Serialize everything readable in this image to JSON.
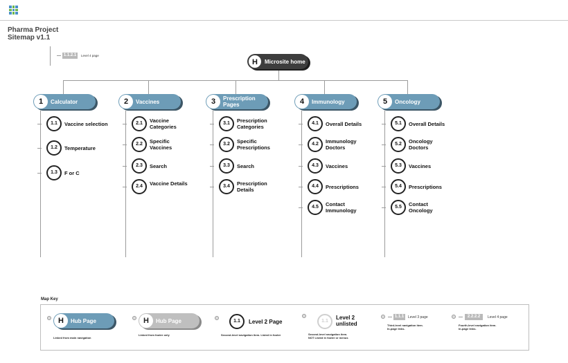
{
  "header": {
    "title_line1": "Pharma Project",
    "title_line2": "Sitemap v1.1",
    "logo_colors": [
      "#4a90c8",
      "#6bb84a",
      "#4a90c8",
      "#6bb84a",
      "#4a90c8",
      "#6bb84a",
      "#4a90c8",
      "#6bb84a",
      "#4a90c8"
    ]
  },
  "level4_legend": {
    "code": "1.1.2.1",
    "label": "Level 4 page"
  },
  "home": {
    "badge": "H",
    "label": "Microsite home"
  },
  "sections": [
    {
      "badge": "1",
      "label": "Calculator",
      "pages": [
        {
          "code": "1.1",
          "label": "Vaccine selection"
        },
        {
          "code": "1.2",
          "label": "Temperature"
        },
        {
          "code": "1.3",
          "label": "F or C"
        }
      ]
    },
    {
      "badge": "2",
      "label": "Vaccines",
      "pages": [
        {
          "code": "2.1",
          "label": "Vaccine Categories"
        },
        {
          "code": "2.2",
          "label": "Specific Vaccines"
        },
        {
          "code": "2.3",
          "label": "Search"
        },
        {
          "code": "2.4",
          "label": "Vaccine Details"
        }
      ]
    },
    {
      "badge": "3",
      "label": "Prescription Pages",
      "pages": [
        {
          "code": "3.1",
          "label": "Prescription Categories"
        },
        {
          "code": "3.2",
          "label": "Specific Prescriptions"
        },
        {
          "code": "3.3",
          "label": "Search"
        },
        {
          "code": "3.4",
          "label": "Prescription Details"
        }
      ]
    },
    {
      "badge": "4",
      "label": "Immunology",
      "pages": [
        {
          "code": "4.1",
          "label": "Overall Details"
        },
        {
          "code": "4.2",
          "label": "Immunology Doctors"
        },
        {
          "code": "4.3",
          "label": "Vaccines"
        },
        {
          "code": "4.4",
          "label": "Prescriptions"
        },
        {
          "code": "4.5",
          "label": "Contact Immunology"
        }
      ]
    },
    {
      "badge": "5",
      "label": "Oncology",
      "pages": [
        {
          "code": "5.1",
          "label": "Overall Details"
        },
        {
          "code": "5.2",
          "label": "Oncology Doctors"
        },
        {
          "code": "5.3",
          "label": "Vaccines"
        },
        {
          "code": "5.4",
          "label": "Prescriptions"
        },
        {
          "code": "5.5",
          "label": "Contact Oncology"
        }
      ]
    }
  ],
  "map_key": {
    "title": "Map Key",
    "hub_badge": "H",
    "hub_label": "Hub Page",
    "hub_caption": "Linked from main navigation",
    "footer_hub_label": "Hub Page",
    "footer_hub_caption": "Linked from footer only",
    "level2_code": "1.1",
    "level2_label": "Level 2 Page",
    "level2_caption": "Second-level navigation item. Listed in footer",
    "unlisted_code": "1.1",
    "unlisted_label": "Level 2 unlisted",
    "unlisted_caption_line1": "Second-level navigation item.",
    "unlisted_caption_line2": "NOT Listed in footer or menus",
    "level3_code": "1.1.1",
    "level3_label": "Level 3 page",
    "level3_caption_line1": "Third-level navigation item.",
    "level3_caption_line2": "In-page links.",
    "level4_code": "2.2.2.2",
    "level4_label": "Level 4 page",
    "level4_caption_line1": "Fourth-level navigation item.",
    "level4_caption_line2": "In-page links."
  }
}
